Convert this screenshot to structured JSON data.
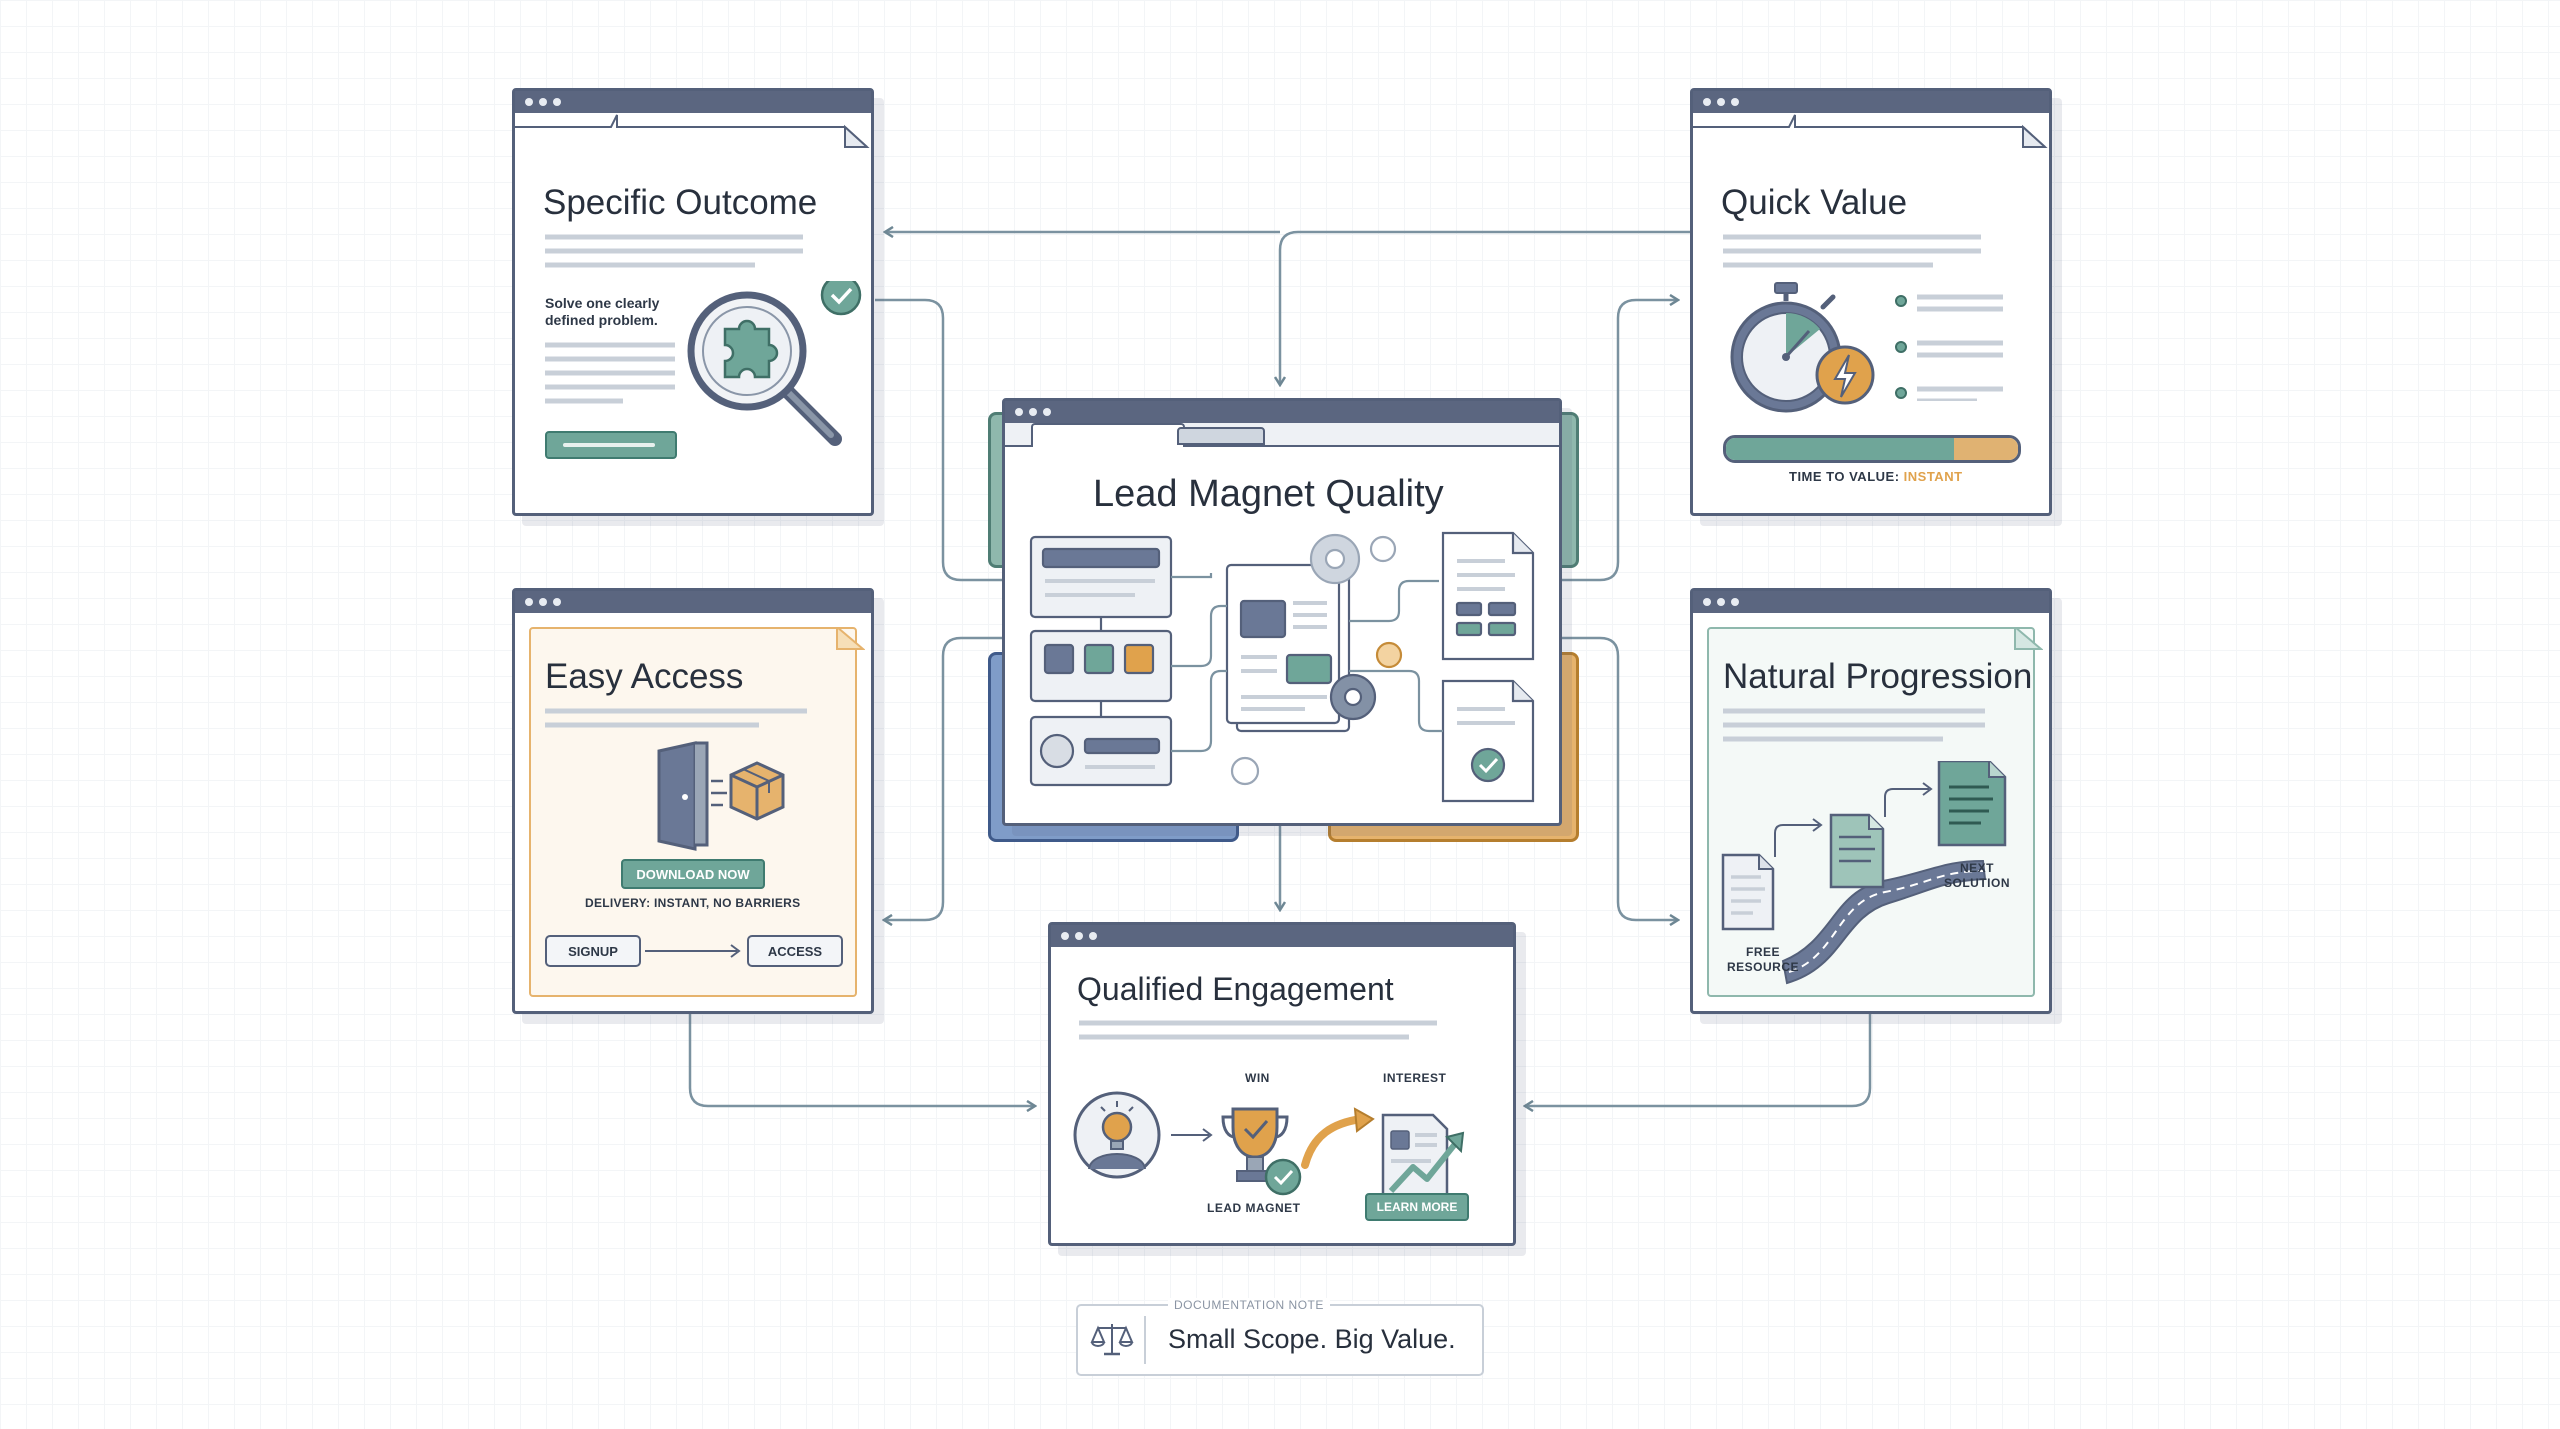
{
  "center": {
    "title": "Lead Magnet Quality"
  },
  "specific_outcome": {
    "title": "Specific Outcome",
    "body": "Solve one clearly defined problem."
  },
  "quick_value": {
    "title": "Quick Value",
    "caption_prefix": "TIME TO VALUE:",
    "caption_value": "INSTANT",
    "progress": 0.78
  },
  "easy_access": {
    "title": "Easy Access",
    "download_label": "DOWNLOAD NOW",
    "delivery": "DELIVERY: INSTANT, NO BARRIERS",
    "signup_label": "SIGNUP",
    "access_label": "ACCESS"
  },
  "natural_progression": {
    "title": "Natural Progression",
    "free_resource": "FREE RESOURCE",
    "next_solution": "NEXT SOLUTION"
  },
  "qualified_engagement": {
    "title": "Qualified Engagement",
    "win": "WIN",
    "interest": "INTEREST",
    "lead_magnet": "LEAD MAGNET",
    "learn_more_label": "LEARN MORE"
  },
  "note": {
    "label": "DOCUMENTATION NOTE",
    "text": "Small Scope. Big Value."
  },
  "colors": {
    "teal": "#6fa699",
    "orange": "#e0a24c",
    "blue": "#6a85b5",
    "slate": "#54607a",
    "connector": "#7b92a0"
  }
}
